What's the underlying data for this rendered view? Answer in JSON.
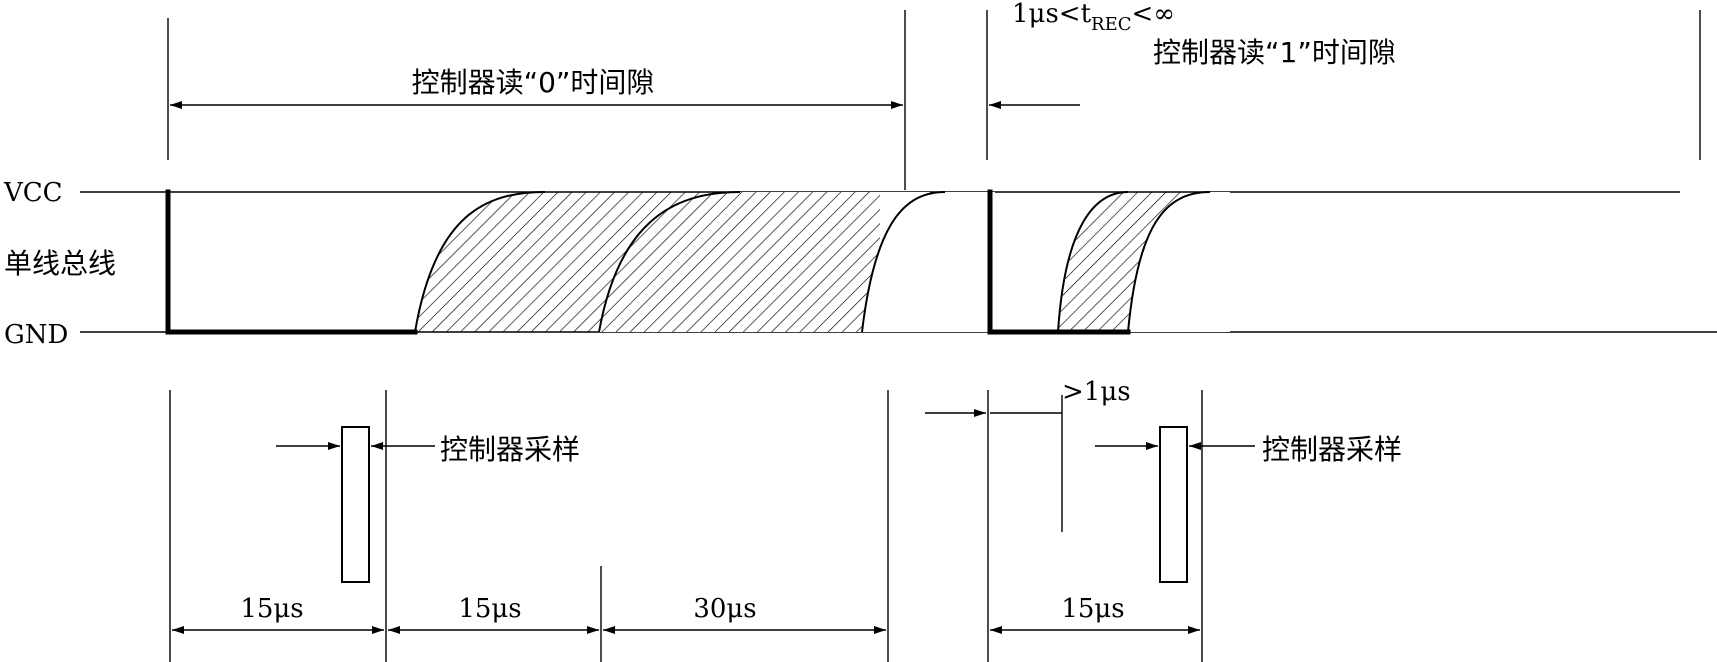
{
  "labels": {
    "vcc": "VCC",
    "gnd": "GND",
    "bus": "单线总线",
    "read0_slot": "控制器读“0”时间隙",
    "read1_slot": "控制器读“1”时间隙",
    "trec_prefix": "1μs<t",
    "trec_sub": "REC",
    "trec_suffix": "<∞",
    "sample_left": "控制器采样",
    "sample_right": "控制器采样",
    "gt1us": ">1μs",
    "t15_a": "15μs",
    "t15_b": "15μs",
    "t30": "30μs",
    "t15_c": "15μs"
  }
}
